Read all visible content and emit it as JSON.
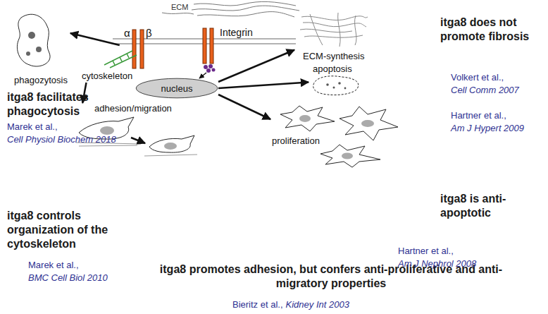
{
  "diagram": {
    "nodes": [
      {
        "text": [
          "cytoskeleton"
        ]
      },
      {
        "text": [
          "nucleus"
        ]
      },
      {
        "text": [
          "phagozytosis"
        ]
      },
      {
        "text": [
          "adhesion/migration"
        ]
      },
      {
        "text": [
          "ECM-synthesis"
        ]
      },
      {
        "text": [
          "apoptosis"
        ]
      },
      {
        "text": [
          "proliferation"
        ]
      }
    ],
    "edges": [
      {
        "from": 0,
        "to": 2,
        "arrow": "to"
      },
      {
        "from": 0,
        "to": 3,
        "arrow": "to"
      },
      {
        "from": 1,
        "to": 4,
        "arrow": "to"
      },
      {
        "from": 1,
        "to": 5,
        "arrow": "to"
      },
      {
        "from": 1,
        "to": 6,
        "arrow": "to"
      }
    ],
    "labels": [
      "ECM",
      "α",
      "β",
      "Integrin",
      "itga8 facilitates phagocytosis",
      "Marek et al.,",
      "Cell Physiol Biochem 2018",
      "itga8 controls organization of the cytoskeleton",
      "Marek et al.,",
      "BMC Cell Biol 2010",
      "itga8 promotes adhesion, but confers anti-proliferative and anti-migratory properties",
      "Bieritz et al.,",
      "Kidney Int 2003",
      "itga8 does not promote fibrosis",
      "Volkert et al.,",
      "Cell Comm 2007",
      "Hartner et al.,",
      "Am J Hypert 2009",
      "itga8 is anti-apoptotic",
      "Hartner et al.,",
      "Am J Nephrol 2008"
    ]
  }
}
